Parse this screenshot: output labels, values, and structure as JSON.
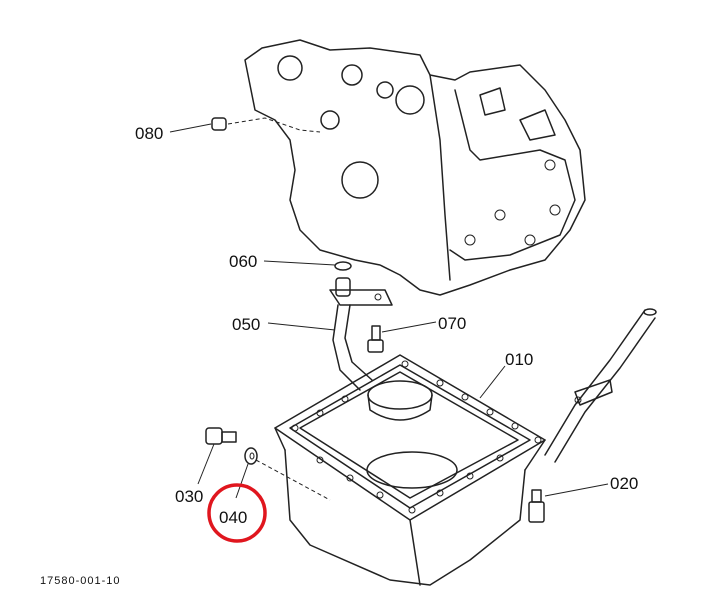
{
  "diagram": {
    "callouts": {
      "p010": "010",
      "p020": "020",
      "p030": "030",
      "p040": "040",
      "p050": "050",
      "p060": "060",
      "p070": "070",
      "p080": "080"
    },
    "figure_number": "17580-001-10",
    "highlight": {
      "part": "040",
      "color": "#e0161e"
    }
  }
}
